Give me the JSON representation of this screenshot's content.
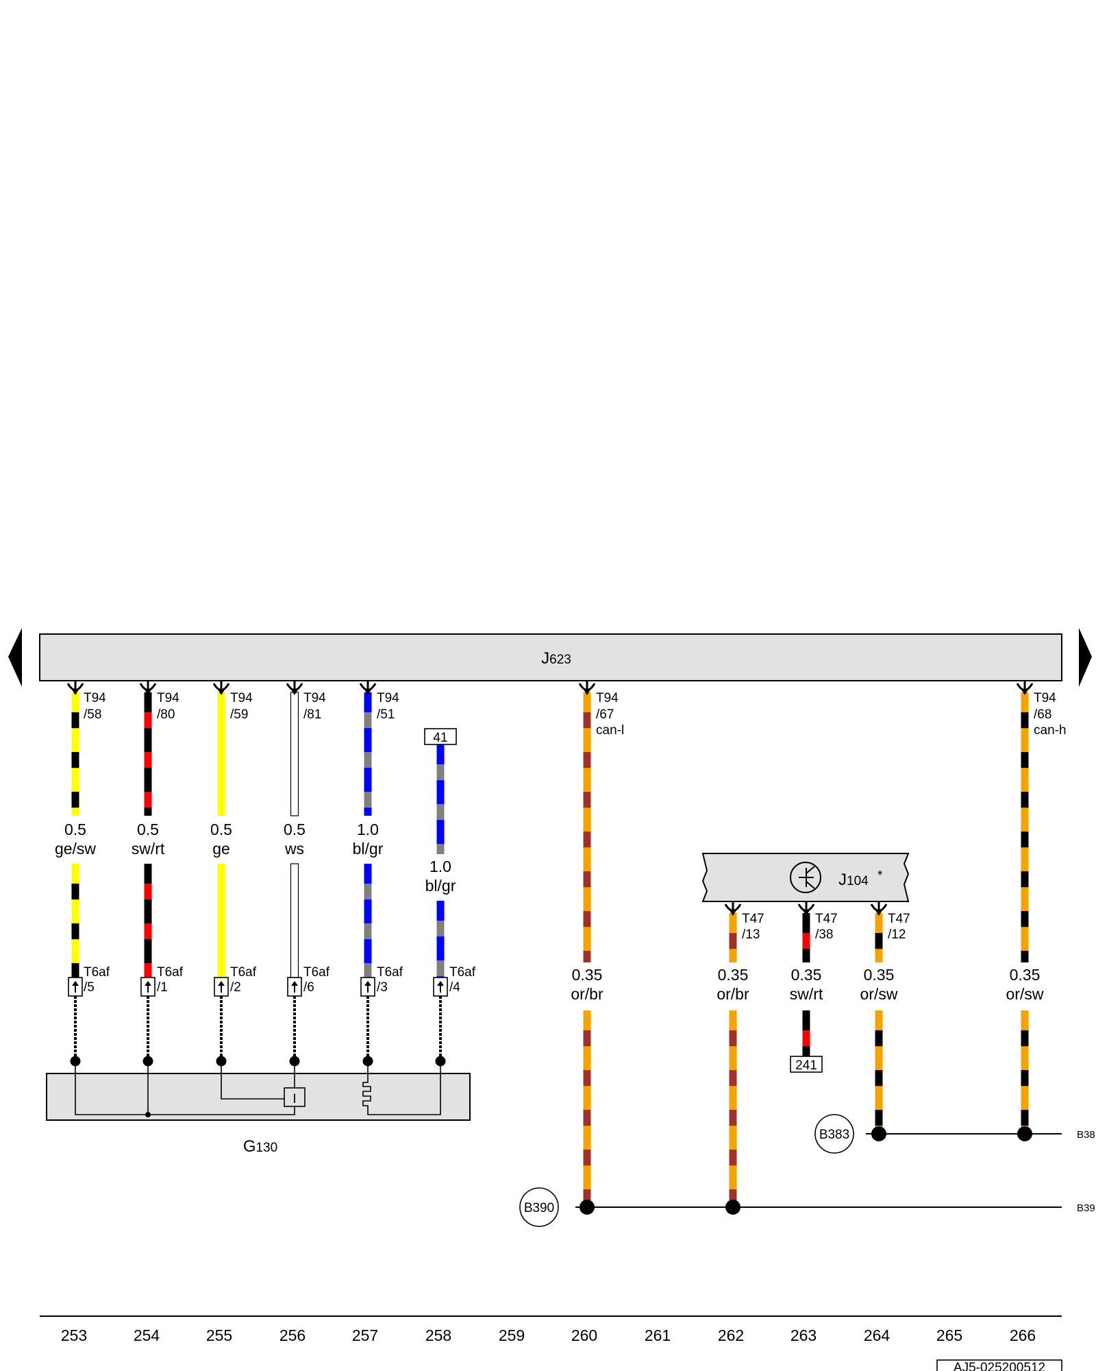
{
  "diagram": {
    "ecu": {
      "letter": "J",
      "number": "623"
    },
    "sensor": {
      "letter": "G",
      "number": "130",
      "inner_symbol": "I"
    },
    "relay": {
      "letter": "J",
      "number": "104",
      "note": "*"
    },
    "wires": [
      {
        "col": "253",
        "pin_top": [
          "T94",
          "/58"
        ],
        "gauge": "0.5",
        "color_code": "ge/sw",
        "pin_bottom": [
          "T6af",
          "/5"
        ],
        "colors": [
          "#ffff00",
          "#000000"
        ]
      },
      {
        "col": "254",
        "pin_top": [
          "T94",
          "/80"
        ],
        "gauge": "0.5",
        "color_code": "sw/rt",
        "pin_bottom": [
          "T6af",
          "/1"
        ],
        "colors": [
          "#000000",
          "#ff0000"
        ]
      },
      {
        "col": "255",
        "pin_top": [
          "T94",
          "/59"
        ],
        "gauge": "0.5",
        "color_code": "ge",
        "pin_bottom": [
          "T6af",
          "/2"
        ],
        "colors": [
          "#ffff00"
        ]
      },
      {
        "col": "256",
        "pin_top": [
          "T94",
          "/81"
        ],
        "gauge": "0.5",
        "color_code": "ws",
        "pin_bottom": [
          "T6af",
          "/6"
        ],
        "colors": [
          "#ffffff"
        ]
      },
      {
        "col": "257",
        "pin_top": [
          "T94",
          "/51"
        ],
        "gauge": "1.0",
        "color_code": "bl/gr",
        "pin_bottom": [
          "T6af",
          "/3"
        ],
        "colors": [
          "#0000ff",
          "#808080"
        ]
      },
      {
        "col": "258",
        "ref_top": "41",
        "gauge": "1.0",
        "color_code": "bl/gr",
        "pin_bottom": [
          "T6af",
          "/4"
        ],
        "colors": [
          "#0000ff",
          "#808080"
        ]
      },
      {
        "col": "260",
        "pin_top": [
          "T94",
          "/67",
          "can-l"
        ],
        "gauge": "0.35",
        "color_code": "or/br",
        "colors": [
          "#f5a300",
          "#a0302a"
        ]
      },
      {
        "col": "262",
        "pin_top": [
          "T47",
          "/13"
        ],
        "gauge": "0.35",
        "color_code": "or/br",
        "colors": [
          "#f5a300",
          "#a0302a"
        ]
      },
      {
        "col": "263",
        "pin_top": [
          "T47",
          "/38"
        ],
        "gauge": "0.35",
        "color_code": "sw/rt",
        "ref_bottom": "241",
        "colors": [
          "#000000",
          "#ff0000"
        ]
      },
      {
        "col": "264",
        "pin_top": [
          "T47",
          "/12"
        ],
        "gauge": "0.35",
        "color_code": "or/sw",
        "colors": [
          "#f5a300",
          "#000000"
        ]
      },
      {
        "col": "266",
        "pin_top": [
          "T94",
          "/68",
          "can-h"
        ],
        "gauge": "0.35",
        "color_code": "or/sw",
        "colors": [
          "#f5a300",
          "#000000"
        ]
      }
    ],
    "grounds": [
      {
        "id": "B383",
        "edge_label": "B38"
      },
      {
        "id": "B390",
        "edge_label": "B39"
      }
    ],
    "column_numbers": [
      "253",
      "254",
      "255",
      "256",
      "257",
      "258",
      "259",
      "260",
      "261",
      "262",
      "263",
      "264",
      "265",
      "266"
    ],
    "doc_code": "AJ5-025200512"
  }
}
